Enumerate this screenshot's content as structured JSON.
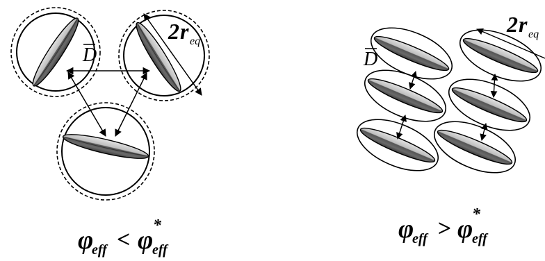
{
  "left_panel": {
    "label_distance": "D",
    "label_radius_coef": "2",
    "label_radius_var": "r",
    "label_radius_sub": "eq",
    "caption": {
      "phi": "φ",
      "phi_sub": "eff",
      "relation": "<",
      "phi2": "φ",
      "phi2_sub": "eff",
      "star": "*"
    }
  },
  "right_panel": {
    "label_distance": "D",
    "label_radius_coef": "2",
    "label_radius_var": "r",
    "label_radius_sub": "eq",
    "caption": {
      "phi": "φ",
      "phi_sub": "eff",
      "relation": ">",
      "phi2": "φ",
      "phi2_sub": "eff",
      "star": "*"
    }
  },
  "colors": {
    "platelet_light": "#d8d8d8",
    "platelet_mid": "#9a9a9a",
    "platelet_dark": "#4a4a4a",
    "outline": "#000000"
  }
}
